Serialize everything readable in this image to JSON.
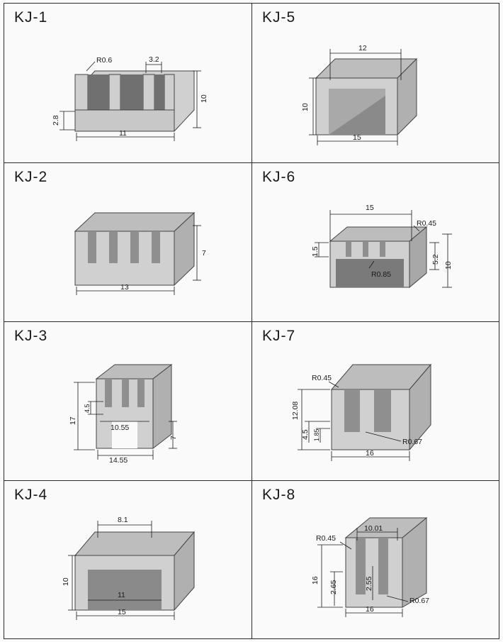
{
  "page": {
    "ink": "#1a1a1a",
    "profile_fill": "#cfcfcf",
    "profile_shade": "#9a9a9a",
    "fin_dark": "#6e6e6e"
  },
  "cells": [
    {
      "title": "KJ-1",
      "dims": {
        "r": "R0.6",
        "pitch": "3.2",
        "height": "10",
        "base": "2.8",
        "width": "11"
      }
    },
    {
      "title": "KJ-5",
      "dims": {
        "top": "12",
        "height": "10",
        "width": "15"
      }
    },
    {
      "title": "KJ-2",
      "dims": {
        "height": "7",
        "width": "13"
      }
    },
    {
      "title": "KJ-6",
      "dims": {
        "top": "15",
        "r1": "R0.45",
        "h1": "1.5",
        "h2": "5.2",
        "h3": "10",
        "r2": "R0.85"
      }
    },
    {
      "title": "KJ-3",
      "dims": {
        "height": "17",
        "slot": "4.5",
        "inner": "10.55",
        "fin": "7",
        "width": "14.55"
      }
    },
    {
      "title": "KJ-7",
      "dims": {
        "r1": "R0.45",
        "height": "12.08",
        "h2": "4.5",
        "h3": "1.85",
        "width": "16",
        "r2": "R0.67"
      }
    },
    {
      "title": "KJ-4",
      "dims": {
        "top": "8.1",
        "height": "10",
        "inner": "11",
        "width": "15"
      }
    },
    {
      "title": "KJ-8",
      "dims": {
        "top": "10.01",
        "r1": "R0.45",
        "height": "16",
        "h2": "2.65",
        "h3": "2.55",
        "width": "16",
        "r2": "R0.67"
      }
    }
  ]
}
